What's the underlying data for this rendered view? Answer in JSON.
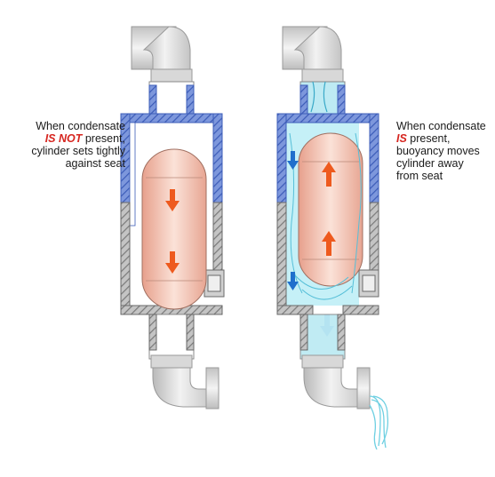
{
  "captions": {
    "left": {
      "line1": "When condensate",
      "line2_emphasis": "IS NOT",
      "line2_rest": " present,",
      "line3": "cylinder sets tightly",
      "line4": "against seat"
    },
    "right": {
      "line1": "When condensate",
      "line2_emphasis": "IS",
      "line2_rest": " present,",
      "line3": "buoyancy moves",
      "line4": "cylinder away",
      "line5": "from seat"
    }
  },
  "colors": {
    "emphasis_text": "#d6251f",
    "arrow": "#ee5a1e",
    "water_arrow": "#1f6fcc",
    "upper_housing": "#4a6cc8",
    "lower_housing": "#8c8c8c",
    "cylinder": "#f2c2b0",
    "water": "#9fe0ee",
    "pipe": "#dcdcdc"
  },
  "icons": [
    "pipe-elbow",
    "cylinder-float",
    "down-arrow",
    "up-arrow",
    "water-flow"
  ]
}
